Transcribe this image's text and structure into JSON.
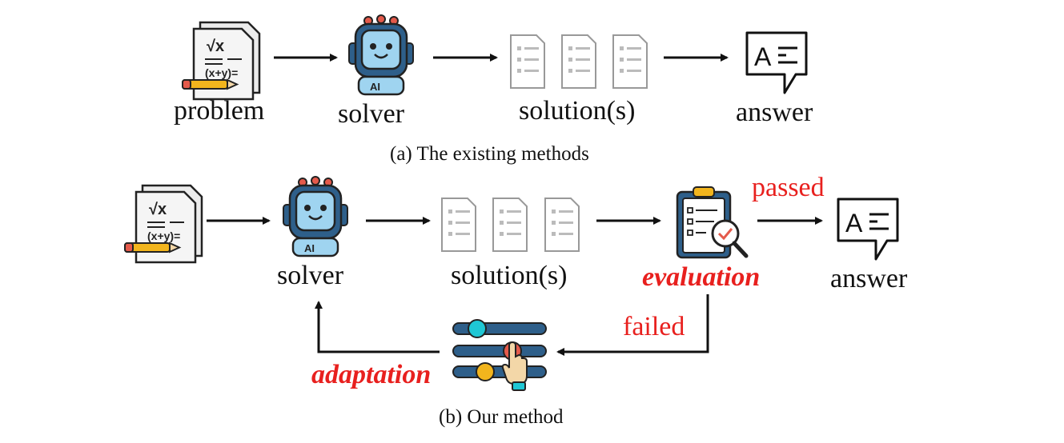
{
  "top": {
    "problem_label": "problem",
    "solver_label": "solver",
    "solutions_label": "solution(s)",
    "answer_label": "answer",
    "caption": "(a) The existing methods",
    "problem_icon_text": {
      "sqrt": "√x",
      "expr": "(x+y)="
    },
    "solver_icon_text": "AI",
    "answer_icon_text": "A"
  },
  "bottom": {
    "solver_label": "solver",
    "solutions_label": "solution(s)",
    "evaluation_label": "evaluation",
    "passed_label": "passed",
    "failed_label": "failed",
    "answer_label": "answer",
    "adaptation_label": "adaptation",
    "caption": "(b) Our method",
    "problem_icon_text": {
      "sqrt": "√x",
      "expr": "(x+y)="
    },
    "solver_icon_text": "AI",
    "answer_icon_text": "A"
  },
  "colors": {
    "accent_red": "#e8201e",
    "arrow": "#111111",
    "robot_face": "#9fd4f0",
    "slider_bar": "#2e5f8a",
    "knob_teal": "#1fc7d4",
    "knob_red": "#e45a4b",
    "knob_yellow": "#f2b51d"
  }
}
